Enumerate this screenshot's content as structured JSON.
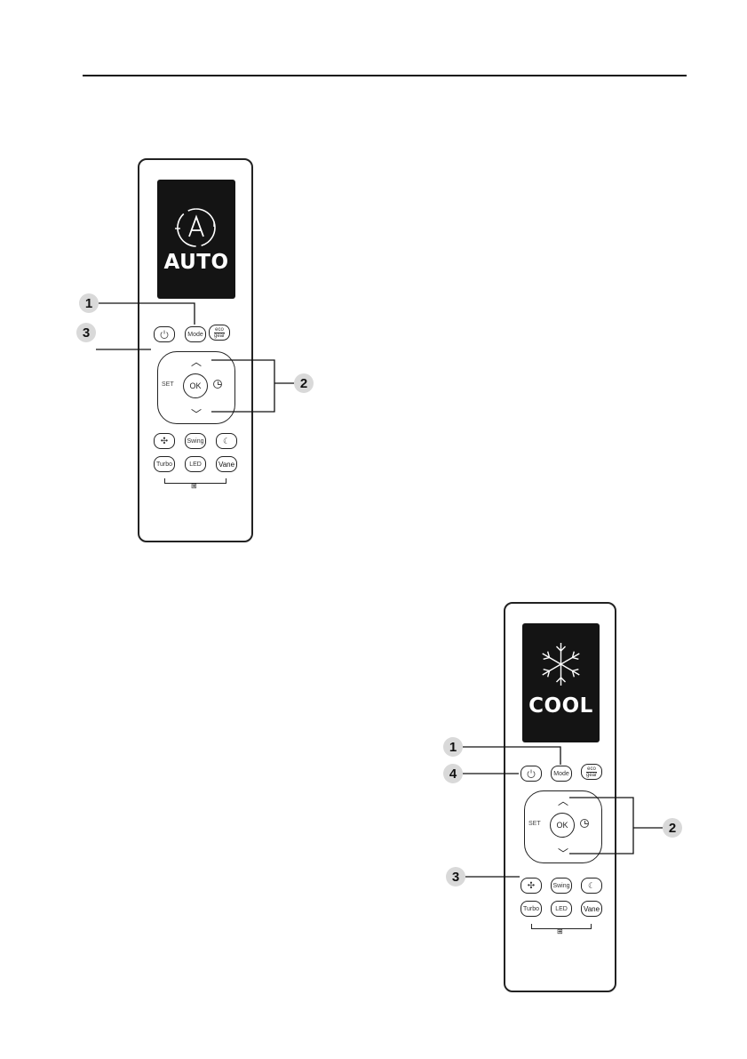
{
  "remote_auto": {
    "screen_mode": "AUTO",
    "screen_icon": "auto-mode-icon",
    "buttons": {
      "power": "",
      "mode": "Mode",
      "eco_top": "eco",
      "eco_bottom": "gear",
      "set": "SET",
      "ok": "OK",
      "fan": "",
      "swing": "Swing",
      "sleep": "",
      "turbo": "Turbo",
      "led": "LED",
      "vane": "Vane"
    },
    "callouts": [
      "1",
      "3",
      "2"
    ]
  },
  "remote_cool": {
    "screen_mode": "COOL",
    "screen_icon": "snowflake-icon",
    "buttons": {
      "power": "",
      "mode": "Mode",
      "eco_top": "eco",
      "eco_bottom": "gear",
      "set": "SET",
      "ok": "OK",
      "fan": "",
      "swing": "Swing",
      "sleep": "",
      "turbo": "Turbo",
      "led": "LED",
      "vane": "Vane"
    },
    "callouts": [
      "1",
      "4",
      "2",
      "3"
    ]
  },
  "icons": {
    "power": "power-icon",
    "fan": "fan-icon",
    "sleep": "sleep-icon",
    "timer": "timer-icon",
    "lock": "lock-icon",
    "up": "chevron-up-icon",
    "down": "chevron-down-icon"
  },
  "colors": {
    "screen_bg": "#141414",
    "badge_bg": "#d9d9d9",
    "outline": "#222222"
  }
}
